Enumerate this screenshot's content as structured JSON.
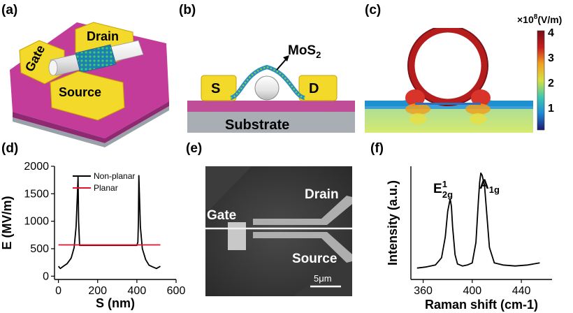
{
  "panels": {
    "a": {
      "label": "(a)",
      "gate": "Gate",
      "drain": "Drain",
      "source": "Source"
    },
    "b": {
      "label": "(b)",
      "mos2_base": "MoS",
      "mos2_sub": "2",
      "s": "S",
      "d": "D",
      "substrate": "Substrate"
    },
    "c": {
      "label": "(c)",
      "unit_prefix": "×10",
      "unit_exp": "8",
      "unit_suffix": "(V/m)",
      "colorbar_ticks": [
        "4",
        "3",
        "2",
        "1"
      ],
      "colors": [
        "#1f1a70",
        "#1e8ad8",
        "#3cc8b0",
        "#d8e040",
        "#f0a020",
        "#c81e1e",
        "#7a0e16"
      ]
    },
    "d": {
      "label": "(d)",
      "legend": [
        "Non-planar",
        "Planar"
      ]
    },
    "e": {
      "label": "(e)",
      "drain": "Drain",
      "gate": "Gate",
      "source": "Source",
      "scalebar": "5μm"
    },
    "f": {
      "label": "(f)",
      "peak1_base": "E",
      "peak1_sup": "1",
      "peak1_sub": "2g",
      "peak2_base": "A",
      "peak2_sub": "1g"
    }
  },
  "chart_data": [
    {
      "type": "line",
      "panel": "d",
      "xlabel": "S (nm)",
      "ylabel": "E (MV/m)",
      "xlim": [
        -20,
        600
      ],
      "ylim": [
        -60,
        2000
      ],
      "xticks": [
        0,
        200,
        400,
        600
      ],
      "yticks": [
        0,
        500,
        1000,
        1500,
        2000
      ],
      "series": [
        {
          "name": "Non-planar",
          "color": "#000000",
          "x": [
            0,
            10,
            25,
            45,
            65,
            80,
            90,
            97,
            100,
            103,
            108,
            150,
            250,
            350,
            400,
            405,
            408,
            410,
            413,
            418,
            428,
            445,
            462,
            480,
            500,
            520
          ],
          "y": [
            180,
            140,
            180,
            230,
            330,
            520,
            900,
            1500,
            1810,
            1000,
            560,
            560,
            560,
            560,
            560,
            620,
            1000,
            1830,
            1500,
            900,
            500,
            300,
            200,
            170,
            140,
            180
          ]
        },
        {
          "name": "Planar",
          "color": "#e8112d",
          "x": [
            0,
            520
          ],
          "y": [
            570,
            570
          ]
        }
      ]
    },
    {
      "type": "line",
      "panel": "f",
      "xlabel": "Raman shift (cm-1)",
      "ylabel": "Intensity (a.u.)",
      "xlim": [
        350,
        465
      ],
      "xticks": [
        360,
        400,
        440
      ],
      "series": [
        {
          "color": "#000000",
          "x": [
            355,
            362,
            370,
            375,
            378,
            380,
            382,
            383,
            384,
            386,
            388,
            392,
            396,
            400,
            403,
            405,
            406,
            407,
            408,
            410,
            412,
            414,
            418,
            425,
            435,
            445,
            450,
            455
          ],
          "y": [
            0.05,
            0.06,
            0.08,
            0.15,
            0.35,
            0.6,
            0.72,
            0.65,
            0.45,
            0.18,
            0.09,
            0.07,
            0.08,
            0.1,
            0.3,
            0.7,
            0.88,
            0.97,
            0.95,
            0.85,
            0.55,
            0.25,
            0.1,
            0.08,
            0.07,
            0.08,
            0.09,
            0.1
          ]
        }
      ]
    }
  ]
}
